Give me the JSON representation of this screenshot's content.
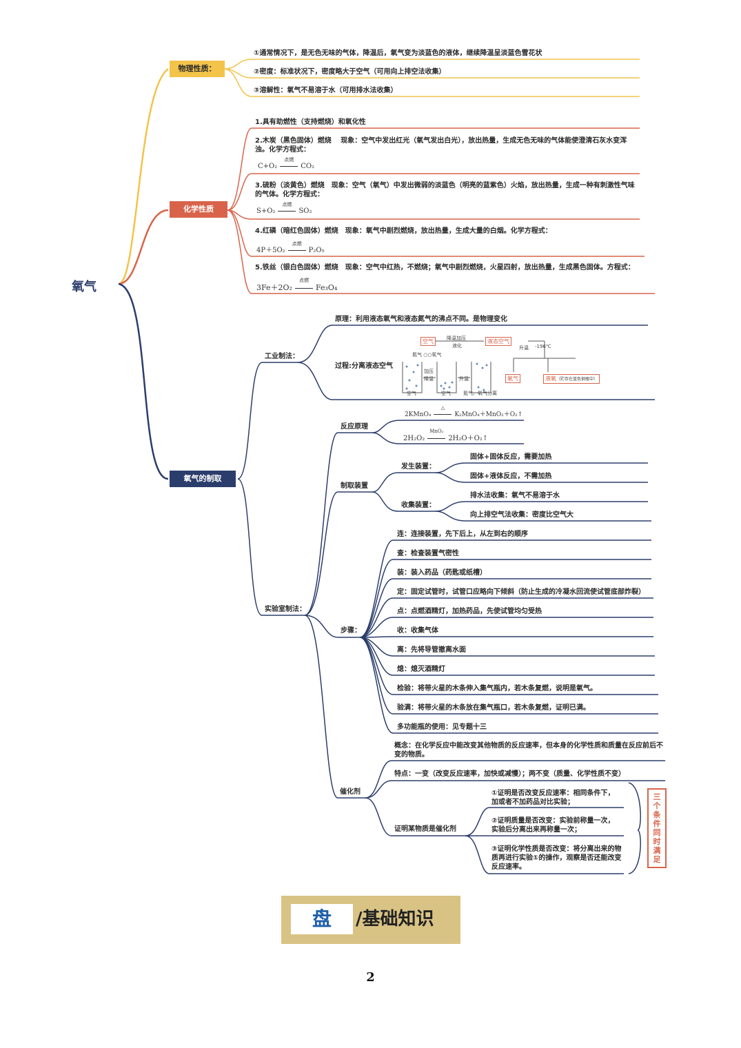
{
  "colors": {
    "physical": "#f3c34a",
    "chemical": "#d8634a",
    "prep": "#2b3d6b",
    "banner": "#d9c384",
    "banner_text": "#1f5fa8"
  },
  "root": "氧气",
  "physical": {
    "label": "物理性质：",
    "items": [
      "①通常情况下，是无色无味的气体，降温后，氧气变为淡蓝色的液体，继续降温呈淡蓝色雪花状",
      "②密度：标准状况下，密度略大于空气（可用向上排空法收集）",
      "③溶解性：氧气不易溶于水（可用排水法收集）"
    ]
  },
  "chemical": {
    "label": "化学性质",
    "items": [
      {
        "text": "1.具有助燃性（支持燃烧）和氧化性"
      },
      {
        "text": "2.木炭（黑色固体）燃烧　 现象：空气中发出红光（氧气发出白光），放出热量，生成无色无味的气体能使澄清石灰水变浑浊。化学方程式：",
        "eq_left": "C+O₂",
        "eq_cond": "点燃",
        "eq_right": "CO₂"
      },
      {
        "text": "3.硫粉（淡黄色）燃烧　现象：空气（氧气）中发出微弱的淡蓝色（明亮的蓝紫色）火焰，放出热量，生成一种有刺激性气味的气体。化学方程式：",
        "eq_left": "S+O₂",
        "eq_cond": "点燃",
        "eq_right": "SO₂"
      },
      {
        "text": "4.红磷（暗红色固体）燃烧　现象：氧气中剧烈燃烧，放出热量，生成大量的白烟。化学方程式：",
        "eq_left": "4P＋5O₂",
        "eq_cond": "点燃",
        "eq_right": "P₂O₅"
      },
      {
        "text": "5.铁丝（银白色固体）燃烧　现象：空气中红热，不燃烧；氧气中剧烈燃烧，火星四射，放出热量，生成黑色固体。方程式：",
        "eq_left": "3Fe＋2O₂",
        "eq_cond": "点燃",
        "eq_right": "Fe₃O₄"
      }
    ]
  },
  "prep": {
    "label": "氧气的制取",
    "industrial": {
      "label": "工业制法：",
      "principle": "原理：利用液态氧气和液态氮气的沸点不同。是物理变化",
      "process": "过程:分离液态空气",
      "diagram": {
        "air": "空气",
        "step1": "降温加压",
        "step1b": "液化",
        "liquid_air": "液态空气",
        "warm": "升温",
        "temp": "-196℃",
        "oxygen": "氧气",
        "liquid_o2": "液氧",
        "liquid_o2_note": "（贮存在蓝色钢瓶中）",
        "legend": "氮气  ○○氧气",
        "pressurize": "加压",
        "cool": "降温",
        "warm2": "升温",
        "cap1": "空气",
        "cap2": "空气",
        "cap3": "氮气、氧气分离"
      }
    },
    "lab": {
      "label": "实验室制法：",
      "reaction": {
        "label": "反应原理",
        "eq1_left": "2KMnO₄",
        "eq1_cond": "△",
        "eq1_right": "K₂MnO₄＋MnO₂＋O₂↑",
        "eq2_left": "2H₂O₂",
        "eq2_cond": "MnO₂",
        "eq2_right": "2H₂O＋O₂↑"
      },
      "device": {
        "label": "制取装置",
        "gen_label": "发生装置：",
        "gen_items": [
          "固体+固体反应，需要加热",
          "固体+液体反应，不需加热"
        ],
        "col_label": "收集装置：",
        "col_items": [
          "排水法收集：氧气不易溶于水",
          "向上排空气法收集：密度比空气大"
        ]
      },
      "steps": {
        "label": "步骤：",
        "items": [
          "连：连接装置，先下后上，从左到右的顺序",
          "查：检查装置气密性",
          "装：装入药品（药匙或纸槽）",
          "定：固定试管时，试管口应略向下倾斜（防止生成的冷凝水回流使试管底部炸裂）",
          "点：点燃酒精灯，加热药品，先使试管均匀受热",
          "收：收集气体",
          "离：先将导管撤离水面",
          "熄：熄灭酒精灯",
          "检验：将带火星的木条伸入集气瓶内，若木条复燃，说明是氧气。",
          "验满：将带火星的木条放在集气瓶口，若木条复燃，证明已满。",
          "多功能瓶的使用：见专题十三"
        ]
      },
      "catalyst": {
        "label": "催化剂",
        "concept": "概念：在化学反应中能改变其他物质的反应速率，但本身的化学性质和质量在反应前后不变的物质。",
        "feature": "特点：一变（改变反应速率，加快或减慢）；两不变（质量、化学性质不变）",
        "prove_label": "证明某物质是催化剂",
        "prove_items": [
          "①证明是否改变反应速率：相同条件下，加或者不加药品对比实验；",
          "②证明质量是否改变：实验前称量一次，实验后分离出来再称量一次；",
          "③证明化学性质是否改变：将分离出来的物质再进行实验①的操作，观察是否还能改变反应速率。"
        ],
        "condition_note": "三个条件同时满足"
      }
    }
  },
  "banner": {
    "first": "盘",
    "rest": "/基础知识"
  },
  "page_number": "2"
}
